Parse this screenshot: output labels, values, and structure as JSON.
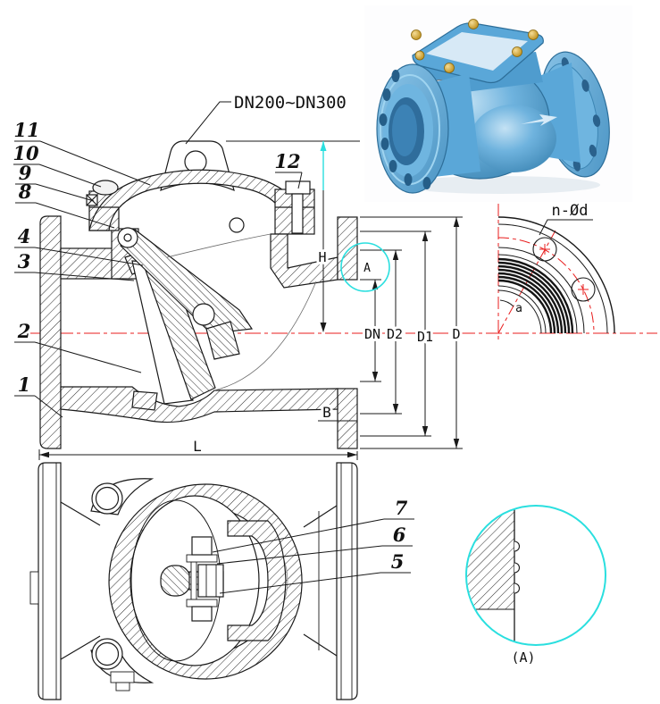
{
  "drawing": {
    "size_range_label": "DN200~DN300",
    "callouts": {
      "c1": "1",
      "c2": "2",
      "c3": "3",
      "c4": "4",
      "c5": "5",
      "c6": "6",
      "c7": "7",
      "c8": "8",
      "c9": "9",
      "c10": "10",
      "c11": "11",
      "c12": "12"
    },
    "dimensions": {
      "H": "H",
      "DN": "DN",
      "D2": "D2",
      "D1": "D1",
      "D": "D",
      "B": "B",
      "L": "L"
    },
    "flange_view": {
      "bolt_spec": "n-Ød",
      "angle_label": "a"
    },
    "detail": {
      "marker": "A",
      "caption": "(A)"
    }
  },
  "colors": {
    "line": "#1a1a1a",
    "centerline_red": "#e81c1c",
    "detail_cyan": "#2adfdf",
    "valve_blue": "#5aa7d8",
    "valve_blue_dark": "#2d6e99",
    "valve_blue_light": "#b9dcf1",
    "bolt_gold": "#d9af4a"
  }
}
